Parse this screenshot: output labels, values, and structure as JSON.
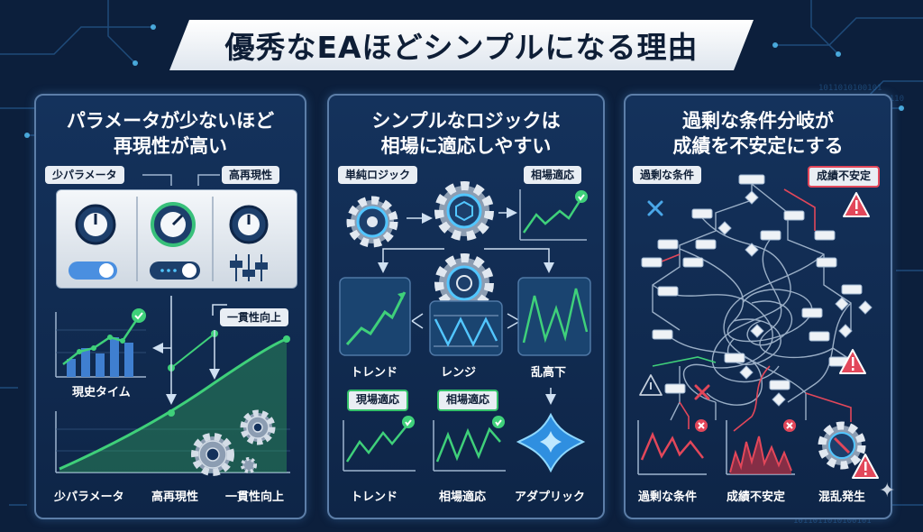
{
  "title": "優秀なEAほどシンプルになる理由",
  "panel1": {
    "title_lines": [
      "パラメータが少ないほど",
      "再現性が高い"
    ],
    "tags": {
      "few_params": "少パラメータ",
      "high_repro": "高再現性",
      "consistency": "一貫性向上"
    },
    "labels": {
      "realtime": "現史タイム",
      "few_params": "少パラメータ",
      "high_repro": "高再現性",
      "consistency": "一貫性向上"
    }
  },
  "panel2": {
    "title_lines": [
      "シンプルなロジックは",
      "相場に適応しやすい"
    ],
    "tags": {
      "simple_logic": "単純ロジック",
      "market_adapt": "相場適応",
      "field_adapt": "現場適応",
      "market_adapt2": "相場適応"
    },
    "labels": {
      "trend": "トレンド",
      "range": "レンジ",
      "volatile": "乱高下",
      "trend2": "トレンド",
      "market_adapt": "相場適応",
      "adaptive": "アダプリック"
    }
  },
  "panel3": {
    "title_lines": [
      "過剰な条件分岐が",
      "成績を不安定にする"
    ],
    "tags": {
      "excess_conditions": "過剰な条件",
      "unstable": "成績不安定"
    },
    "labels": {
      "excess_conditions": "過剰な条件",
      "unstable": "成績不安定",
      "chaos": "混乱発生"
    }
  },
  "colors": {
    "green": "#3fd07a",
    "red": "#e2475a",
    "cyan": "#52c6ff",
    "panel_border": "#5c7ea8",
    "bg": "#0c1f3c"
  },
  "icons": [
    "gear-icon",
    "dial-icon",
    "toggle-icon",
    "slider-icon",
    "check-icon",
    "cross-icon",
    "warning-icon",
    "spark-icon"
  ]
}
